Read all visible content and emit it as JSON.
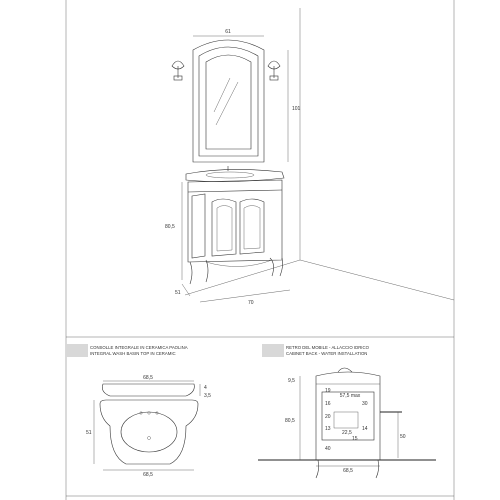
{
  "main_view": {
    "dims": {
      "mirror_width": "61",
      "mirror_height": "101",
      "cabinet_height": "80,5",
      "cabinet_depth": "51",
      "cabinet_width": "70"
    }
  },
  "left_detail": {
    "caption_lines": [
      "CONSOLLE INTEGRALE IN CERAMICA PAOLINA",
      "INTEGRAL WASH BASIN TOP IN CERAMIC"
    ],
    "top_width": "68,5",
    "side_a": "4",
    "side_b": "3,5",
    "depth": "51",
    "bottom_width": "68,5"
  },
  "right_detail": {
    "caption_lines": [
      "RETRO DEL MOBILE - ALLACCIO IDRICO",
      "CABINET BACK - WATER INSTALLATION"
    ],
    "top_offset": "9,5",
    "height": "80,5",
    "inner_width": "57,5 max",
    "dims": [
      "19",
      "16",
      "30",
      "20",
      "13",
      "22,5",
      "14",
      "15",
      "40"
    ],
    "pipe_height": "50",
    "bottom_width": "68,5"
  }
}
